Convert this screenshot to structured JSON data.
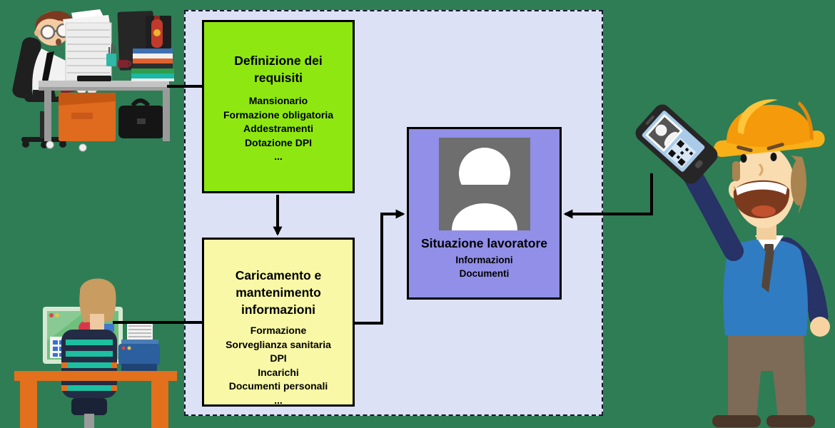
{
  "colors": {
    "background": "#2F7D55",
    "panel": "#DCE1F6",
    "panel-border": "#16162E",
    "box-requisiti": "#8FE712",
    "box-caricamento": "#F8F8A6",
    "box-situazione": "#918FE8",
    "avatar-bg": "#6E6E6E",
    "connector": "#000000",
    "text": "#000000"
  },
  "diagram": {
    "requisiti": {
      "title": "Definizione dei requisiti",
      "items": [
        "Mansionario",
        "Formazione obligatoria",
        "Addestramenti",
        "Dotazione DPI",
        "..."
      ]
    },
    "caricamento": {
      "title": "Caricamento e mantenimento informazioni",
      "items": [
        "Formazione",
        "Sorveglianza sanitaria",
        "DPI",
        "Incarichi",
        "Documenti personali",
        "..."
      ]
    },
    "situazione": {
      "title": "Situazione lavoratore",
      "items": [
        "Informazioni",
        "Documenti"
      ]
    }
  },
  "illustrations": {
    "top_left": "office-clerk-at-desk-with-paperwork",
    "bottom_left": "operator-at-computer-workstation-with-printer",
    "right": "construction-worker-with-smartphone-qr-badge",
    "avatar": "worker-avatar-placeholder"
  }
}
